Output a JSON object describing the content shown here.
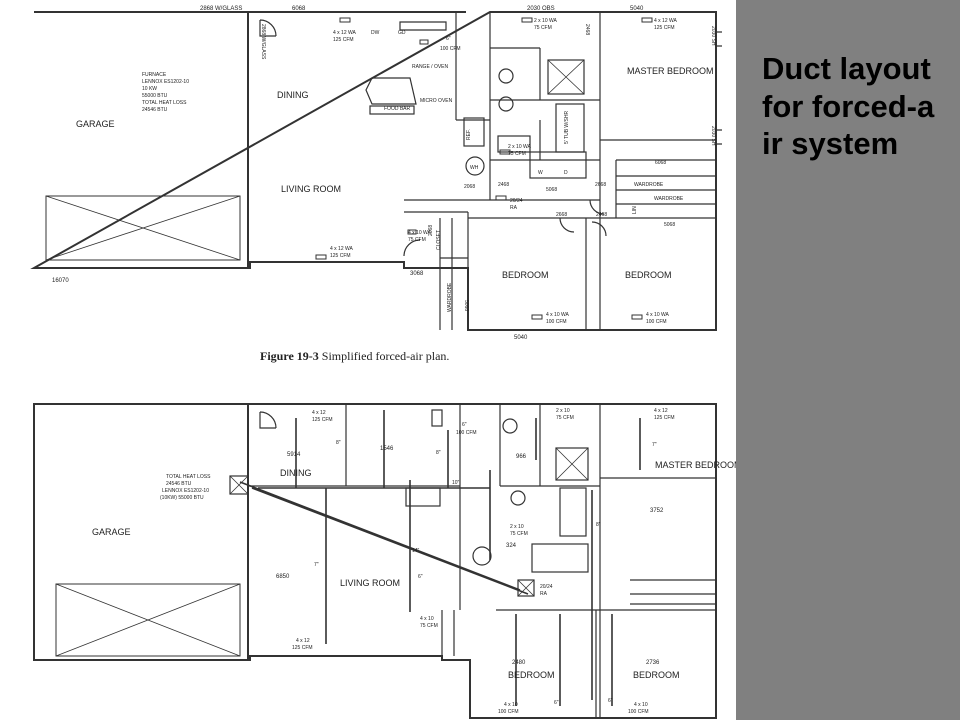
{
  "side_panel": {
    "title": "Duct layout for forced-air system",
    "bg": "#808080"
  },
  "figure_caption": {
    "prefix": "Figure 19-3",
    "text": "Simplified forced-air plan."
  },
  "top_plan": {
    "rooms": {
      "garage": "GARAGE",
      "dining": "DINING",
      "living": "LIVING ROOM",
      "master": "MASTER BEDROOM",
      "bedroom_left": "BEDROOM",
      "bedroom_right": "BEDROOM"
    },
    "furnace_note": [
      "FURNACE",
      "LENNOX ES1202-10",
      "10 KW",
      "55000 BTU",
      "TOTAL HEAT LOSS",
      "24546 BTU"
    ],
    "door_codes": {
      "top1": "2868 W/GLASS",
      "top2": "6068",
      "top3": "2030 OBS",
      "top4": "5040",
      "bottom_left": "16070",
      "bottom_mid": "3068",
      "bottom_right": "5040",
      "d2468a": "2468",
      "d2468b": "2468",
      "d2068": "2068",
      "d5068a": "5068",
      "d2668a": "2668",
      "d2668b": "2668",
      "d6068": "6068",
      "d5068b": "5068",
      "wardrobe1": "WARDROBE",
      "wardrobe2": "WARDROBE",
      "lin": "LIN",
      "closet": "CLOSET",
      "wardrobe_v": "WARDROBE",
      "hall_5068": "5068",
      "vert_2068": "2068",
      "vert_2030a": "2030 SH",
      "vert_2030b": "2030 SH",
      "vert_2468": "2468",
      "vert_2868": "2868 W/GLASS"
    },
    "fixtures": {
      "dw": "DW",
      "gd": "GD",
      "range": "RANGE / OVEN",
      "micro": "MICRO OVEN",
      "food_bar": "FOOD BAR",
      "ref": "REF.",
      "wh": "WH",
      "w": "W",
      "d": "D",
      "tub": "5' TUB W/SHR"
    },
    "registers": [
      {
        "a": "4 x 12 WA",
        "b": "125 CFM"
      },
      {
        "a": "6\"",
        "b": "100 CFM"
      },
      {
        "a": "2 x 10 WA",
        "b": "75 CFM"
      },
      {
        "a": "4 x 12 WA",
        "b": "125 CFM"
      },
      {
        "a": "2 x 10 WA",
        "b": "75 CFM"
      },
      {
        "a": "20/24",
        "b": "RA"
      },
      {
        "a": "4 x 10 WA",
        "b": "75 CFM"
      },
      {
        "a": "4 x 12 WA",
        "b": "125 CFM"
      },
      {
        "a": "4 x 10 WA",
        "b": "100 CFM"
      },
      {
        "a": "4 x 10 WA",
        "b": "100 CFM"
      }
    ]
  },
  "bottom_plan": {
    "rooms": {
      "garage": "GARAGE",
      "dining": "DINING",
      "living": "LIVING ROOM",
      "master": "MASTER BEDROOM",
      "bedroom_left": "BEDROOM",
      "bedroom_right": "BEDROOM"
    },
    "furnace_note": [
      "TOTAL HEAT LOSS",
      "24546 BTU",
      "LENNOX ES1202-10",
      "(10KW) 55000 BTU"
    ],
    "loads": {
      "dining": "5914",
      "kitchen": "1546",
      "bath": "966",
      "living": "6850",
      "laundry": "324",
      "master": "3752",
      "bedroom_left": "2480",
      "bedroom_right": "2736"
    },
    "ducts": {
      "d1": "8\"",
      "d2": "8\"",
      "d3": "10\"",
      "d4": "7\"",
      "d5": "6\"",
      "d6": "14\"",
      "d7": "7\"",
      "d8": "8\"",
      "d9": "6\"",
      "d10": "6\""
    },
    "registers": [
      {
        "a": "4 x 12",
        "b": "125 CFM"
      },
      {
        "a": "6\"",
        "b": "100 CFM"
      },
      {
        "a": "2 x 10",
        "b": "75 CFM"
      },
      {
        "a": "4 x 12",
        "b": "125 CFM"
      },
      {
        "a": "2 x 10",
        "b": "75 CFM"
      },
      {
        "a": "20/24",
        "b": "RA"
      },
      {
        "a": "4 x 10",
        "b": "75 CFM"
      },
      {
        "a": "4 x 12",
        "b": "125 CFM"
      },
      {
        "a": "4 x 10",
        "b": "100 CFM"
      },
      {
        "a": "4 x 10",
        "b": "100 CFM"
      }
    ]
  }
}
